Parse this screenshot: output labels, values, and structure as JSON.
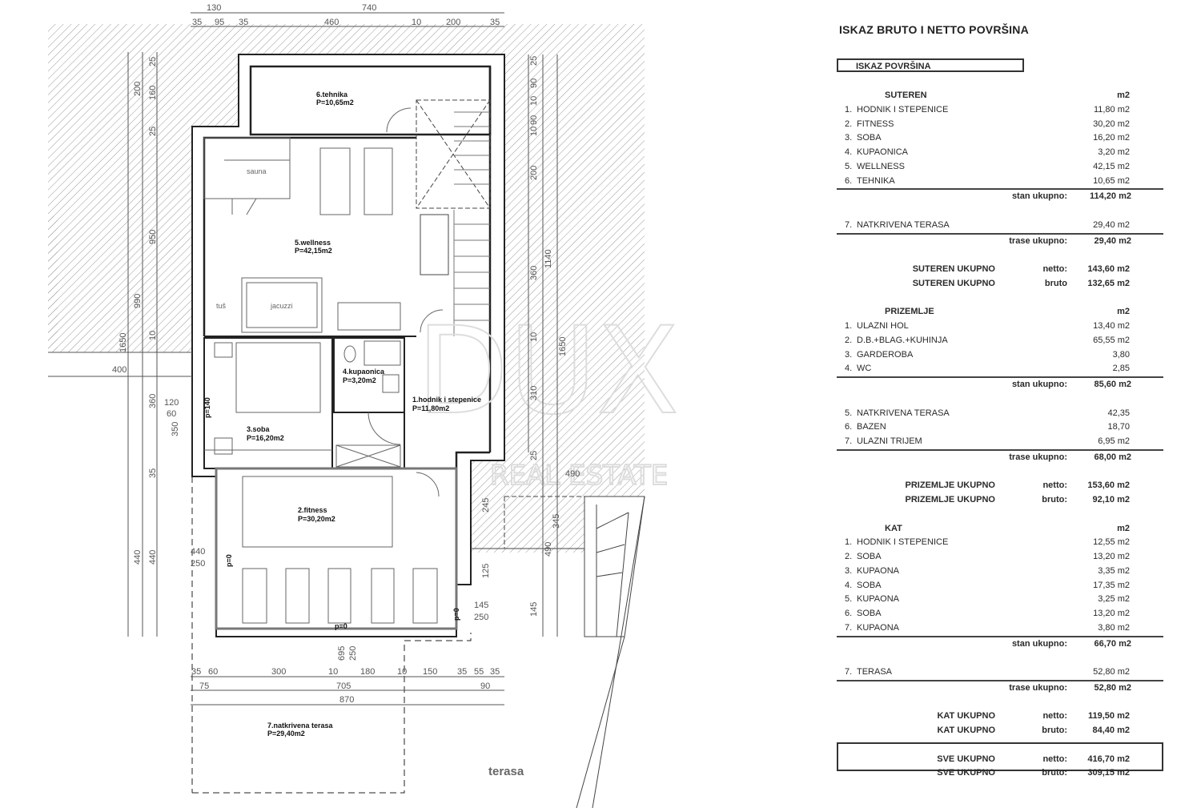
{
  "plan": {
    "rooms": [
      {
        "name": "6.tehnika",
        "area": "P=10,65m2"
      },
      {
        "name": "5.wellness",
        "area": "P=42,15m2"
      },
      {
        "name": "4.kupaonica",
        "area": "P=3,20m2"
      },
      {
        "name": "1.hodnik i stepenice",
        "area": "P=11,80m2"
      },
      {
        "name": "3.soba",
        "area": "P=16,20m2"
      },
      {
        "name": "2.fitness",
        "area": "P=30,20m2"
      },
      {
        "name": "7.natkrivena terasa",
        "area": "P=29,40m2"
      }
    ],
    "fixtures": {
      "sauna": "sauna",
      "shower": "tuš",
      "jacuzzi": "jacuzzi",
      "terrace": "terasa"
    },
    "watermark": {
      "logo": "DUX",
      "tagline": "REAL ESTATE"
    },
    "dims": {
      "top": [
        "130",
        "740"
      ],
      "top2": [
        "35",
        "95",
        "35",
        "460",
        "10",
        "200",
        "35"
      ],
      "left": [
        "200",
        "160",
        "25",
        "25",
        "950",
        "990",
        "1650",
        "400",
        "10",
        "360",
        "350",
        "120",
        "60",
        "35",
        "440",
        "440"
      ],
      "right": [
        "25",
        "90",
        "10",
        "90",
        "10",
        "200",
        "360",
        "1140",
        "1650",
        "10",
        "310",
        "25",
        "245",
        "345",
        "490",
        "490",
        "125",
        "145"
      ],
      "windows": [
        "p=140",
        "440",
        "250",
        "p=0",
        "p=0",
        "145",
        "250",
        "p=0",
        "695",
        "250"
      ],
      "bottom1": [
        "35",
        "60",
        "300",
        "10",
        "180",
        "10",
        "150",
        "35",
        "55",
        "35"
      ],
      "bottom2": [
        "75",
        "705",
        "90"
      ],
      "bottom3": [
        "870"
      ]
    }
  },
  "table": {
    "title": "ISKAZ BRUTO I NETTO POVRŠINA",
    "box_label": "ISKAZ  POVRŠINA",
    "sections": [
      {
        "name": "SUTEREN",
        "unit": "m2",
        "items": [
          {
            "num": "1.",
            "label": "HODNIK I STEPENICE",
            "value": "11,80 m2"
          },
          {
            "num": "2.",
            "label": "FITNESS",
            "value": "30,20 m2"
          },
          {
            "num": "3.",
            "label": "SOBA",
            "value": "16,20 m2"
          },
          {
            "num": "4.",
            "label": "KUPAONICA",
            "value": "3,20 m2"
          },
          {
            "num": "5.",
            "label": "WELLNESS",
            "value": "42,15 m2"
          },
          {
            "num": "6.",
            "label": "TEHNIKA",
            "value": "10,65 m2"
          }
        ],
        "subtotal": {
          "label": "stan ukupno:",
          "value": "114,20  m2"
        },
        "extra_items": [
          {
            "num": "7.",
            "label": "NATKRIVENA TERASA",
            "value": "29,40 m2"
          }
        ],
        "extra_subtotal": {
          "label": "trase ukupno:",
          "value": "29,40  m2"
        },
        "totals": [
          {
            "label": "SUTEREN  UKUPNO",
            "kind": "netto:",
            "value": "143,60 m2"
          },
          {
            "label": "SUTEREN  UKUPNO",
            "kind": "bruto",
            "value": "132,65 m2"
          }
        ]
      },
      {
        "name": "PRIZEMLJE",
        "unit": "m2",
        "items": [
          {
            "num": "1.",
            "label": "ULAZNI HOL",
            "value": "13,40 m2"
          },
          {
            "num": "2.",
            "label": "D.B.+BLAG.+KUHINJA",
            "value": "65,55 m2"
          },
          {
            "num": "3.",
            "label": "GARDEROBA",
            "value": "3,80"
          },
          {
            "num": "4.",
            "label": "WC",
            "value": "2,85"
          }
        ],
        "subtotal": {
          "label": "stan ukupno:",
          "value": "85,60  m2"
        },
        "extra_items": [
          {
            "num": "5.",
            "label": "NATKRIVENA TERASA",
            "value": "42,35"
          },
          {
            "num": "6.",
            "label": "BAZEN",
            "value": "18,70"
          },
          {
            "num": "7.",
            "label": "ULAZNI TRIJEM",
            "value": "6,95 m2"
          }
        ],
        "extra_subtotal": {
          "label": "trase ukupno:",
          "value": "68,00  m2"
        },
        "totals": [
          {
            "label": "PRIZEMLJE UKUPNO",
            "kind": "netto:",
            "value": "153,60 m2"
          },
          {
            "label": "PRIZEMLJE UKUPNO",
            "kind": "bruto:",
            "value": "92,10 m2"
          }
        ]
      },
      {
        "name": "KAT",
        "unit": "m2",
        "items": [
          {
            "num": "1.",
            "label": "HODNIK I STEPENICE",
            "value": "12,55 m2"
          },
          {
            "num": "2.",
            "label": "SOBA",
            "value": "13,20 m2"
          },
          {
            "num": "3.",
            "label": "KUPAONA",
            "value": "3,35 m2"
          },
          {
            "num": "4.",
            "label": "SOBA",
            "value": "17,35 m2"
          },
          {
            "num": "5.",
            "label": "KUPAONA",
            "value": "3,25 m2"
          },
          {
            "num": "6.",
            "label": "SOBA",
            "value": "13,20 m2"
          },
          {
            "num": "7.",
            "label": "KUPAONA",
            "value": "3,80 m2"
          }
        ],
        "subtotal": {
          "label": "stan ukupno:",
          "value": "66,70  m2"
        },
        "extra_items": [
          {
            "num": "7.",
            "label": "TERASA",
            "value": "52,80 m2"
          }
        ],
        "extra_subtotal": {
          "label": "trase ukupno:",
          "value": "52,80  m2"
        },
        "totals": [
          {
            "label": "KAT UKUPNO",
            "kind": "netto:",
            "value": "119,50 m2"
          },
          {
            "label": "KAT UKUPNO",
            "kind": "bruto:",
            "value": "84,40 m2"
          }
        ]
      }
    ],
    "grand_totals": [
      {
        "label": "SVE UKUPNO",
        "kind": "netto:",
        "value": "416,70 m2"
      },
      {
        "label": "SVE UKUPNO",
        "kind": "bruto:",
        "value": "309,15 m2"
      }
    ]
  }
}
